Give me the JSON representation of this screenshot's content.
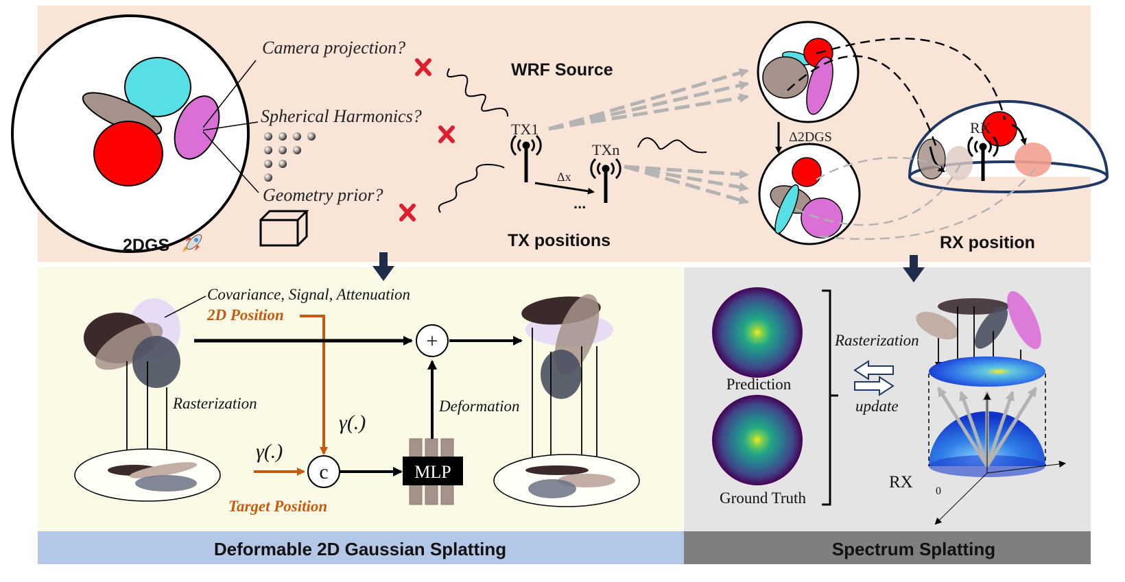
{
  "top_panel": {
    "label_2dgs": "2DGS",
    "label_camera": "Camera projection?",
    "label_sh": "Spherical Harmonics?",
    "label_geometry": "Geometry prior?",
    "label_wrf": "WRF Source",
    "label_tx1": "TX1",
    "label_txn": "TXn",
    "label_dx": "Δx",
    "label_dots": "...",
    "label_tx_positions": "TX positions",
    "label_delta_2dgs": "Δ2DGS",
    "label_rx": "RX",
    "label_rx_position": "RX position"
  },
  "left_panel": {
    "label_attrs": "Covariance, Signal, Attenuation",
    "label_2d_position": "2D Position",
    "label_rasterization": "Rasterization",
    "label_gamma_top": "γ(.)",
    "label_gamma_left": "γ(.)",
    "label_concat": "c",
    "label_plus": "+",
    "label_mlp": "MLP",
    "label_deformation": "Deformation",
    "label_target_position": "Target Position",
    "footer": "Deformable 2D Gaussian Splatting"
  },
  "right_panel": {
    "label_prediction": "Prediction",
    "label_ground_truth": "Ground Truth",
    "label_rasterization": "Rasterization",
    "label_update": "update",
    "label_rx": "RX",
    "label_zero": "0",
    "footer": "Spectrum Splatting"
  },
  "colors": {
    "top_bg": "#f9e4d8",
    "left_bg": "#fbfae6",
    "right_bg": "#e4e4e4",
    "left_footer": "#b4c7e7",
    "right_footer": "#7f7f7f",
    "accent_orange": "#c55a11",
    "gaussian_red": "#ff0000",
    "gaussian_cyan": "#56e0e6",
    "gaussian_magenta": "#da70d6",
    "gaussian_brown": "#a5928a"
  }
}
